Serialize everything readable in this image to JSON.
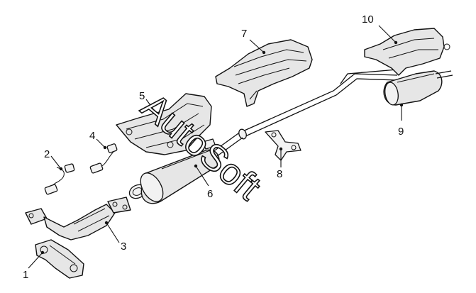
{
  "diagram": {
    "callouts": [
      {
        "id": "1",
        "text": "1"
      },
      {
        "id": "2",
        "text": "2"
      },
      {
        "id": "3",
        "text": "3"
      },
      {
        "id": "4",
        "text": "4"
      },
      {
        "id": "5",
        "text": "5"
      },
      {
        "id": "6",
        "text": "6"
      },
      {
        "id": "7",
        "text": "7"
      },
      {
        "id": "8",
        "text": "8"
      },
      {
        "id": "9",
        "text": "9"
      },
      {
        "id": "10",
        "text": "10"
      }
    ],
    "watermark": "AutoSoft"
  }
}
